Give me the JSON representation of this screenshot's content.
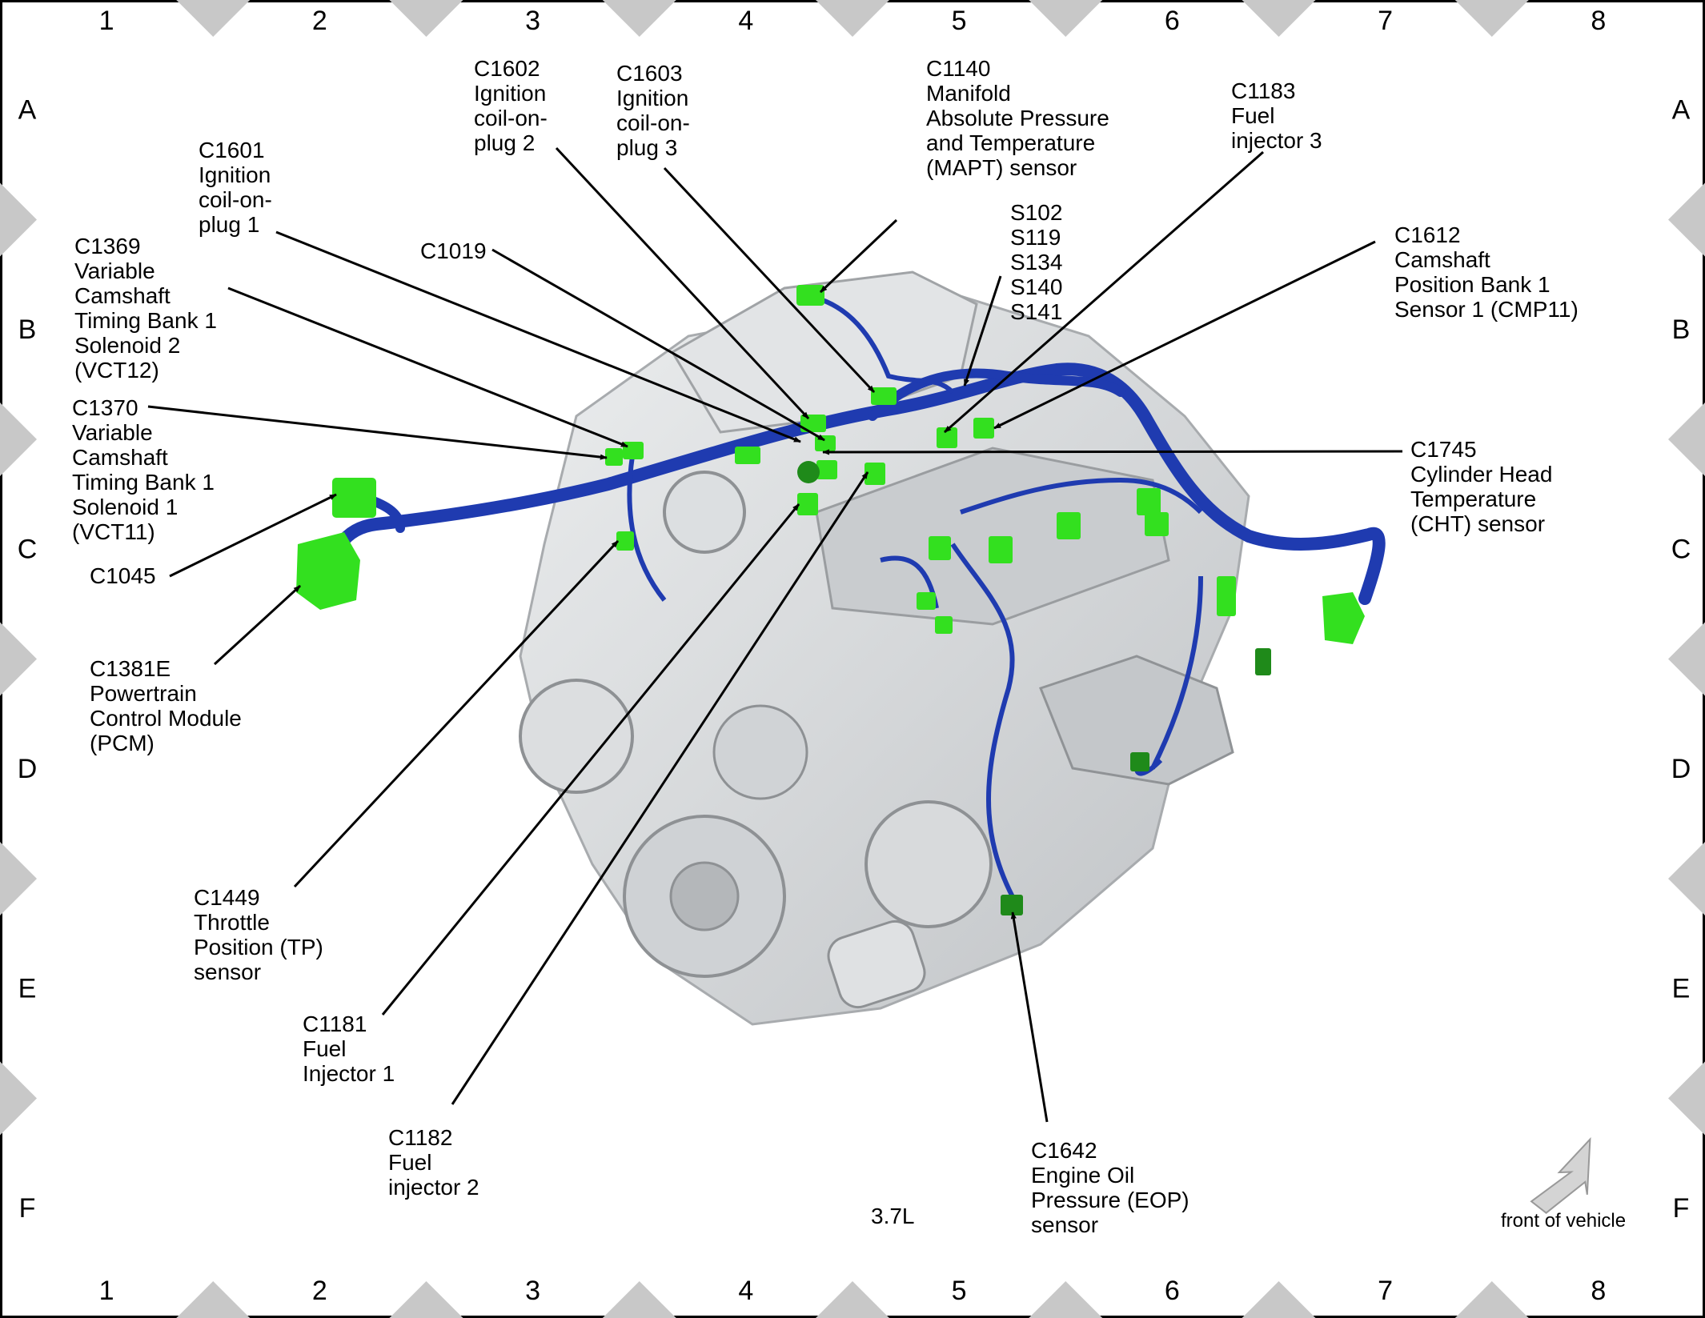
{
  "frame": {
    "columns": [
      "1",
      "2",
      "3",
      "4",
      "5",
      "6",
      "7",
      "8"
    ],
    "rows": [
      "A",
      "B",
      "C",
      "D",
      "E",
      "F"
    ]
  },
  "colors": {
    "harness": "#1f3bb0",
    "connector": "#33e01f",
    "connector_dark": "#1f8a1a",
    "engine": "#d4d6d8",
    "frame_marker": "#c8c8c8"
  },
  "callouts": [
    {
      "id": "c1602",
      "text": "C1602\nIgnition\ncoil-on-\nplug 2"
    },
    {
      "id": "c1603",
      "text": "C1603\nIgnition\ncoil-on-\nplug 3"
    },
    {
      "id": "c1140",
      "text": "C1140\nManifold\nAbsolute Pressure\nand Temperature\n(MAPT) sensor"
    },
    {
      "id": "c1183",
      "text": "C1183\nFuel\ninjector 3"
    },
    {
      "id": "c1601",
      "text": "C1601\nIgnition\ncoil-on-\nplug 1"
    },
    {
      "id": "c1019",
      "text": "C1019"
    },
    {
      "id": "splices",
      "text": "S102\nS119\nS134\nS140\nS141"
    },
    {
      "id": "c1612",
      "text": "C1612\nCamshaft\nPosition Bank 1\nSensor 1 (CMP11)"
    },
    {
      "id": "c1369",
      "text": "C1369\nVariable\nCamshaft\nTiming Bank 1\nSolenoid 2\n(VCT12)"
    },
    {
      "id": "c1370",
      "text": "C1370\nVariable\nCamshaft\nTiming Bank 1\nSolenoid 1\n(VCT11)"
    },
    {
      "id": "c1745",
      "text": "C1745\nCylinder Head\nTemperature\n(CHT) sensor"
    },
    {
      "id": "c1045",
      "text": "C1045"
    },
    {
      "id": "c1381e",
      "text": "C1381E\nPowertrain\nControl Module\n(PCM)"
    },
    {
      "id": "c1449",
      "text": "C1449\nThrottle\nPosition (TP)\nsensor"
    },
    {
      "id": "c1181",
      "text": "C1181\nFuel\nInjector 1"
    },
    {
      "id": "c1182",
      "text": "C1182\nFuel\ninjector 2"
    },
    {
      "id": "c1642",
      "text": "C1642\nEngine Oil\nPressure (EOP)\nsensor"
    }
  ],
  "engine_label": "3.7L",
  "orientation_label": "front of vehicle"
}
